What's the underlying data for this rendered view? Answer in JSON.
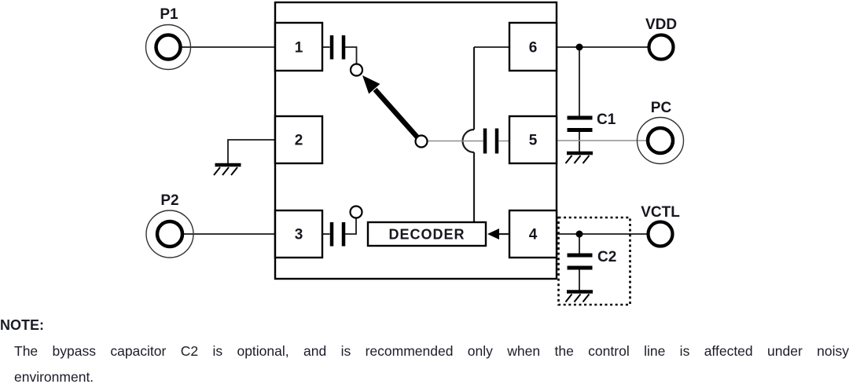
{
  "diagram": {
    "pins": {
      "p1": "1",
      "p2": "2",
      "p3": "3",
      "p4": "4",
      "p5": "5",
      "p6": "6"
    },
    "decoder_label": "DECODER",
    "terminals": {
      "p1": "P1",
      "p2": "P2",
      "vdd": "VDD",
      "pc": "PC",
      "vctl": "VCTL"
    },
    "capacitors": {
      "c1": "C1",
      "c2": "C2"
    }
  },
  "note": {
    "heading": "NOTE:",
    "line1": "The bypass capacitor C2 is optional, and is recommended only when the control line is affected under noisy",
    "line2": "environment."
  },
  "colors": {
    "background": "#ffffff",
    "line": "#000000",
    "wire": "#1a1a1a",
    "signal_wire_gray": "#8f8f8f",
    "text": "#16161f"
  }
}
